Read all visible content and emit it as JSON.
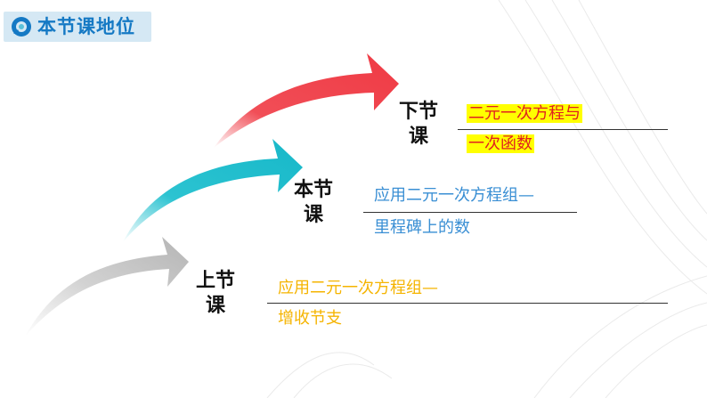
{
  "header": {
    "title": "本节课地位",
    "logo_icon": "speech-bubble-logo-icon"
  },
  "lessons": {
    "next": {
      "label_top": "下节",
      "label_bottom": "课",
      "line1": "二元一次方程与",
      "line2": "一次函数",
      "text_color": "#e02020",
      "highlight_color": "#ffff00",
      "arrow_color": "#f2434c"
    },
    "current": {
      "label_top": "本节",
      "label_bottom": "课",
      "line1": "应用二元一次方程组—",
      "line2": "里程碑上的数",
      "text_color": "#3a8fd4",
      "arrow_color": "#1bbfcf"
    },
    "previous": {
      "label_top": "上节",
      "label_bottom": "课",
      "line1": "应用二元一次方程组—",
      "line2": "增收节支",
      "text_color": "#f5b400",
      "arrow_color": "#c8c8c8"
    }
  }
}
